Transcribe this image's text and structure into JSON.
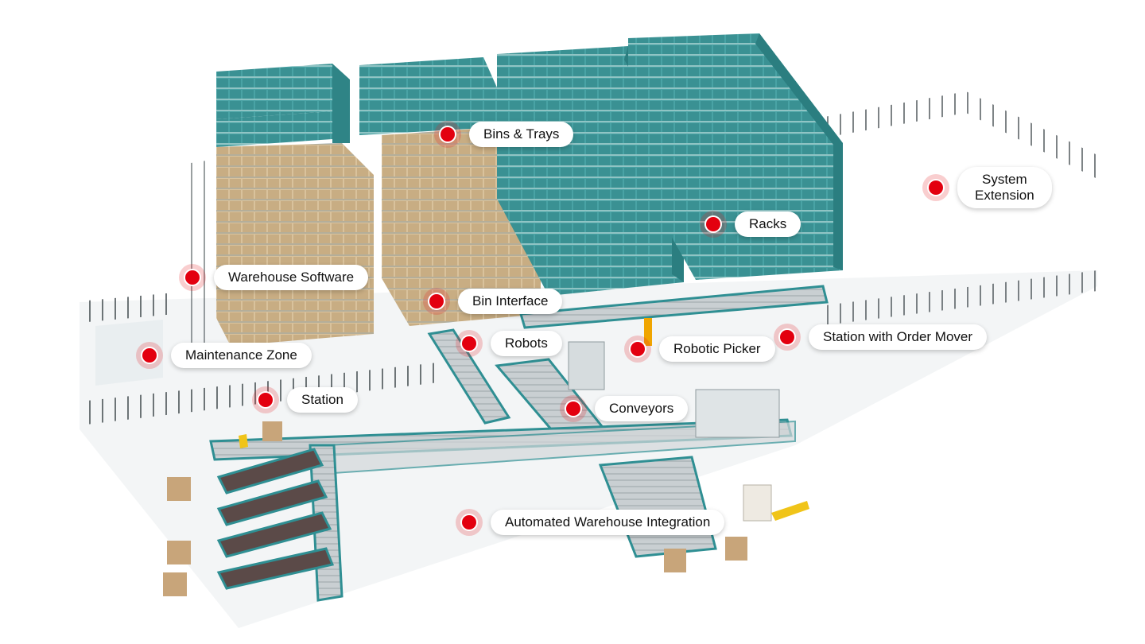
{
  "hotspots": [
    {
      "id": "bins-trays",
      "label": "Bins & Trays"
    },
    {
      "id": "system-extension",
      "label": "System\nExtension"
    },
    {
      "id": "racks",
      "label": "Racks"
    },
    {
      "id": "warehouse-software",
      "label": "Warehouse Software"
    },
    {
      "id": "bin-interface",
      "label": "Bin Interface"
    },
    {
      "id": "robots",
      "label": "Robots"
    },
    {
      "id": "robotic-picker",
      "label": "Robotic Picker"
    },
    {
      "id": "station-with-order-mover",
      "label": "Station with Order Mover"
    },
    {
      "id": "maintenance-zone",
      "label": "Maintenance Zone"
    },
    {
      "id": "station",
      "label": "Station"
    },
    {
      "id": "conveyors",
      "label": "Conveyors"
    },
    {
      "id": "automated-warehouse-integration",
      "label": "Automated Warehouse Integration"
    }
  ],
  "colors": {
    "hotspot_red": "#e3000f",
    "rack_teal": "#3f9a9c",
    "rack_tan": "#d8c09a",
    "conveyor_teal": "#2f8f93",
    "belt_dark": "#5b4a48",
    "floor": "#f4f6f7"
  }
}
